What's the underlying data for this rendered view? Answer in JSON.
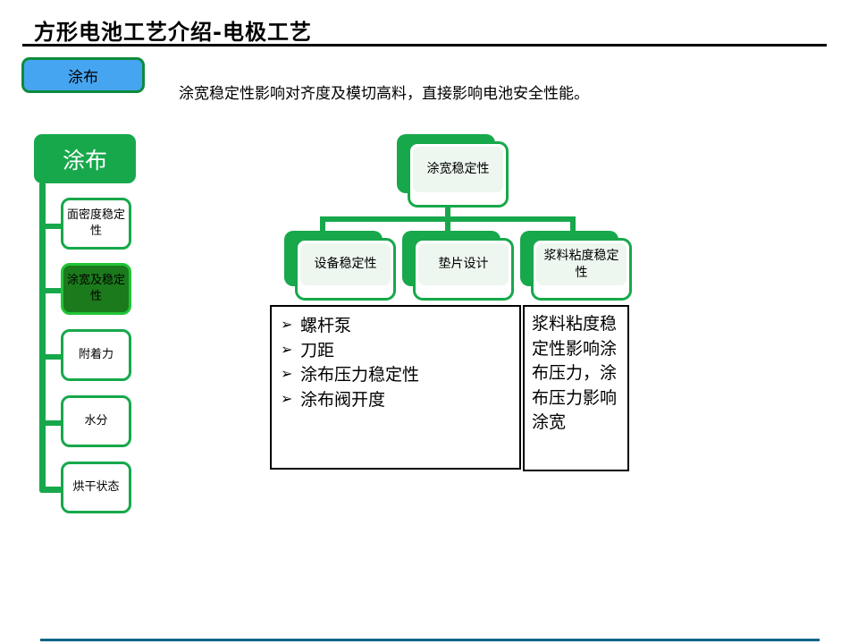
{
  "header": {
    "title": "方形电池工艺介绍-电极工艺",
    "chip_label": "涂布",
    "subtitle": "涂宽稳定性影响对齐度及模切高料，直接影响电池安全性能。"
  },
  "sidebar": {
    "head_label": "涂布",
    "items": [
      {
        "label": "面密度稳定性",
        "active": false
      },
      {
        "label": "涂宽及稳定性",
        "active": true
      },
      {
        "label": "附着力",
        "active": false
      },
      {
        "label": "水分",
        "active": false
      },
      {
        "label": "烘干状态",
        "active": false
      }
    ]
  },
  "chart_data": {
    "type": "tree",
    "root": {
      "label": "涂宽稳定性"
    },
    "children": [
      {
        "label": "设备稳定性"
      },
      {
        "label": "垫片设计"
      },
      {
        "label": "浆料粘度稳定性"
      }
    ]
  },
  "bullets": {
    "marker": "➢",
    "items": [
      "螺杆泵",
      "刀距",
      "涂布压力稳定性",
      "涂布阀开度"
    ]
  },
  "note": {
    "text": "浆料粘度稳定性影响涂布压力，涂布压力影响涂宽"
  },
  "colors": {
    "green": "#17a84b",
    "dark_green": "#1b7a1b",
    "blue_chip": "#46a5f0",
    "footer_rule": "#0a6589"
  }
}
